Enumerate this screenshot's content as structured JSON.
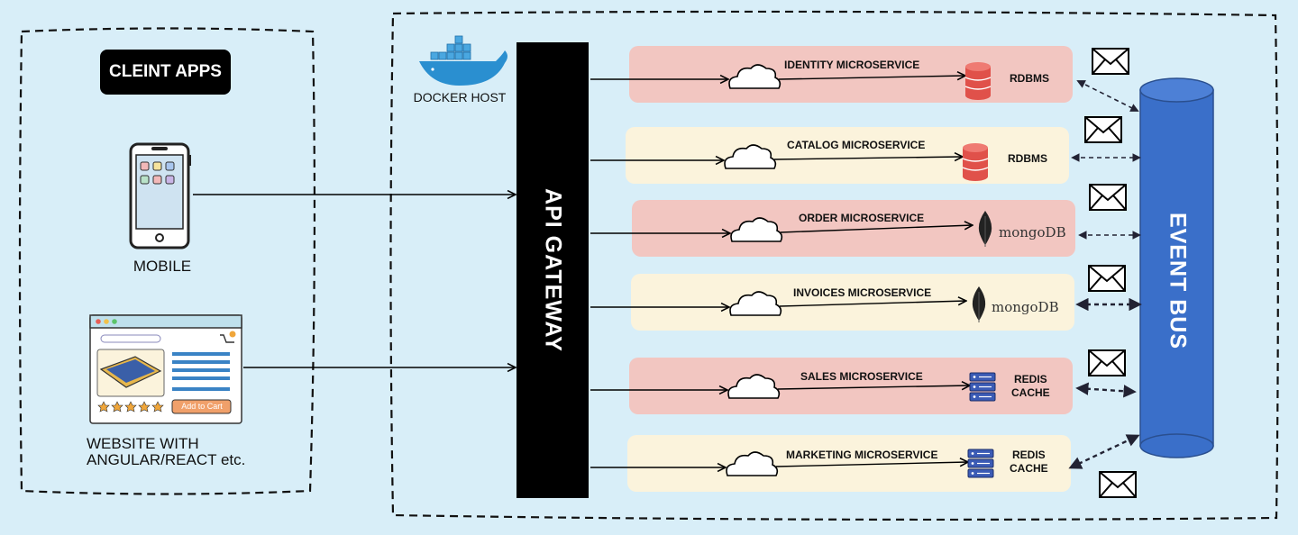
{
  "client_apps": {
    "title": "CLEINT APPS",
    "mobile_label": "MOBILE",
    "website_label_line1": "WEBSITE WITH",
    "website_label_line2": "ANGULAR/REACT etc.",
    "add_to_cart": "Add to Cart"
  },
  "docker_host": {
    "label": "DOCKER HOST"
  },
  "api_gateway": {
    "label": "API GATEWAY"
  },
  "event_bus": {
    "label": "EVENT BUS"
  },
  "services": [
    {
      "name": "IDENTITY MICROSERVICE",
      "db": "RDBMS",
      "db_type": "rdbms",
      "color": "#f2c6c1"
    },
    {
      "name": "CATALOG MICROSERVICE",
      "db": "RDBMS",
      "db_type": "rdbms",
      "color": "#fbf3dc"
    },
    {
      "name": "ORDER MICROSERVICE",
      "db": "mongoDB",
      "db_type": "mongo",
      "color": "#f2c6c1"
    },
    {
      "name": "INVOICES MICROSERVICE",
      "db": "mongoDB",
      "db_type": "mongo",
      "color": "#fbf3dc"
    },
    {
      "name": "SALES MICROSERVICE",
      "db_line1": "REDIS",
      "db_line2": "CACHE",
      "db_type": "redis",
      "color": "#f2c6c1"
    },
    {
      "name": "MARKETING MICROSERVICE",
      "db_line1": "REDIS",
      "db_line2": "CACHE",
      "db_type": "redis",
      "color": "#fbf3dc"
    }
  ],
  "colors": {
    "background": "#d8eef8",
    "gateway": "#000000",
    "event_bus": "#3a6fc9",
    "rdbms": "#e0514a",
    "redis": "#3b5bb5"
  }
}
